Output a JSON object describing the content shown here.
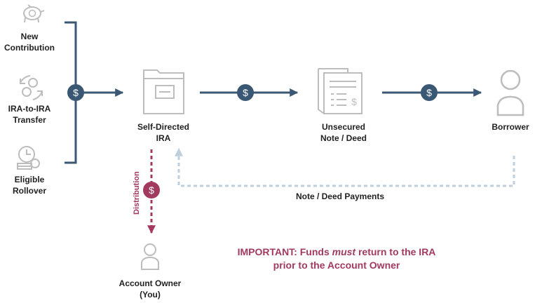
{
  "colors": {
    "navy": "#3a5873",
    "accent": "#a2395f",
    "dashed": "#bfcfdc",
    "icon": "#bdbdbd",
    "text": "#222222"
  },
  "sources": {
    "new_contribution": {
      "line1": "New",
      "line2": "Contribution",
      "icon": "piggy-bank-icon"
    },
    "ira_transfer": {
      "line1": "IRA-to-IRA",
      "line2": "Transfer",
      "icon": "transfer-cycle-icon"
    },
    "eligible_rollover": {
      "line1": "Eligible",
      "line2": "Rollover",
      "icon": "clock-coins-icon"
    }
  },
  "nodes": {
    "ira": {
      "line1": "Self-Directed",
      "line2": "IRA",
      "icon": "folder-icon"
    },
    "note": {
      "line1": "Unsecured",
      "line2": "Note / Deed",
      "icon": "document-stack-icon"
    },
    "borrower": {
      "label": "Borrower",
      "icon": "person-icon"
    },
    "owner": {
      "line1": "Account Owner",
      "line2": "(You)",
      "icon": "person-icon"
    }
  },
  "flows": {
    "distribution": "Distribution",
    "payments": "Note / Deed Payments",
    "dollar_symbol": "$"
  },
  "important": {
    "prefix": "IMPORTANT: Funds ",
    "emphasis": "must",
    "suffix": " return to the IRA",
    "line2": "prior to the Account Owner"
  }
}
